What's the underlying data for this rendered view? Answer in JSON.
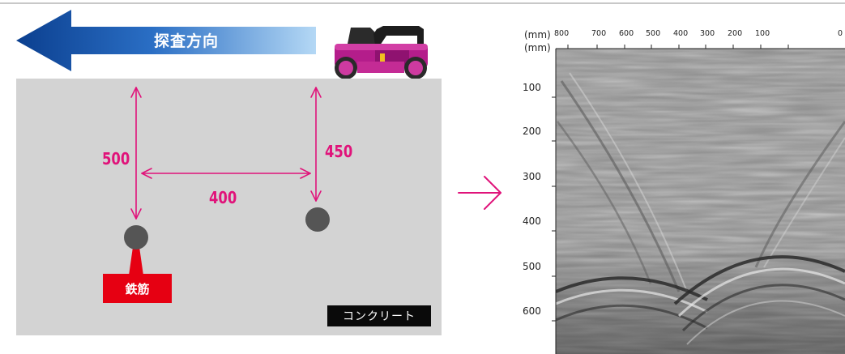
{
  "direction_label": "探査方向",
  "dimensions": {
    "left_depth": "500",
    "right_depth": "450",
    "spacing": "400"
  },
  "labels": {
    "rebar": "鉄筋",
    "concrete": "コンクリート"
  },
  "radargram": {
    "unit_top": "(mm)",
    "unit_left": "(mm)",
    "x_ticks": [
      "800",
      "700",
      "600",
      "500",
      "400",
      "300",
      "200",
      "100",
      "0"
    ],
    "y_ticks": [
      "100",
      "200",
      "300",
      "400",
      "500",
      "600"
    ]
  },
  "colors": {
    "accent": "#e0137a",
    "rebar_tag": "#e60012",
    "concrete": "#d3d3d3",
    "arrow_dark": "#0b3f8f",
    "arrow_light": "#a6d0f2",
    "rebar": "#555555"
  }
}
